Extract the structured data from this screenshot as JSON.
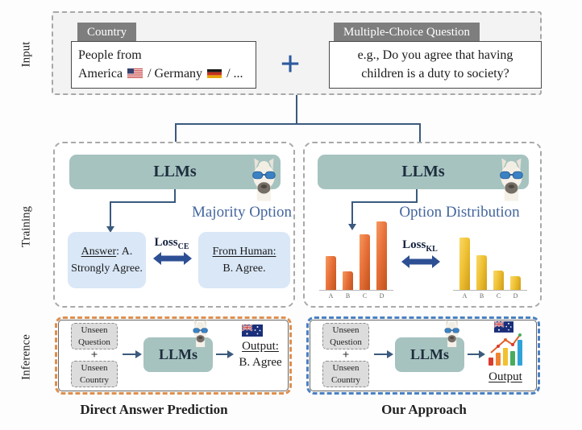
{
  "side_labels": {
    "input": "Input",
    "training": "Training",
    "inference": "Inference"
  },
  "input_section": {
    "country_tag": "Country",
    "country_line1": "People from",
    "country_america": "America",
    "country_germany": "/ Germany",
    "country_ellipsis": "/ ...",
    "plus": "+",
    "question_tag": "Multiple-Choice Question",
    "question_line1": "e.g., Do you agree that having",
    "question_line2": "children is a duty to society?"
  },
  "training_section": {
    "left": {
      "llm_label": "LLMs",
      "heading": "Majority Option",
      "answer_underlined": "Answer",
      "answer_tail": ": A.",
      "answer_line2": "Strongly Agree.",
      "loss_label": "Loss",
      "loss_sub": "CE",
      "human_underlined": "From Human:",
      "human_line2": "B. Agree."
    },
    "right": {
      "llm_label": "LLMs",
      "heading": "Option Distribution",
      "loss_label": "Loss",
      "loss_sub": "KL"
    }
  },
  "chart_data": [
    {
      "type": "bar",
      "name": "llm-predicted-option-distribution",
      "categories": [
        "A",
        "B",
        "C",
        "D"
      ],
      "values": [
        0.42,
        0.23,
        0.69,
        0.85
      ],
      "ylim": [
        0,
        1
      ],
      "color_light": "#f59a60",
      "color": "#e8713a",
      "color_dark": "#c2521a"
    },
    {
      "type": "bar",
      "name": "human-option-distribution",
      "categories": [
        "A",
        "B",
        "C",
        "D"
      ],
      "values": [
        0.65,
        0.43,
        0.24,
        0.17
      ],
      "ylim": [
        0,
        1
      ],
      "color_light": "#f8d96a",
      "color": "#f0c235",
      "color_dark": "#cf9d18"
    }
  ],
  "inference_section": {
    "left": {
      "unseen_question_l1": "Unseen",
      "unseen_question_l2": "Question",
      "plus": "+",
      "unseen_country_l1": "Unseen",
      "unseen_country_l2": "Country",
      "llm_label": "LLMs",
      "output_underlined": "Output:",
      "output_line2": "B. Agree",
      "caption": "Direct Answer Prediction"
    },
    "right": {
      "unseen_question_l1": "Unseen",
      "unseen_question_l2": "Question",
      "plus": "+",
      "unseen_country_l1": "Unseen",
      "unseen_country_l2": "Country",
      "llm_label": "LLMs",
      "output_underlined": "Output",
      "caption": "Our Approach"
    }
  },
  "colors": {
    "teal_llm": "#a6c3c0",
    "arrow_navy": "#3b5a7e",
    "loss_arrow": "#2d4f94",
    "heading_blue": "#44669e",
    "plus_blue": "#2d5a9e",
    "light_blue_box": "#d9e7f7",
    "orange_border": "#dd8f4f",
    "blue_border": "#4a80c2",
    "tag_gray": "#7e7e7e"
  }
}
